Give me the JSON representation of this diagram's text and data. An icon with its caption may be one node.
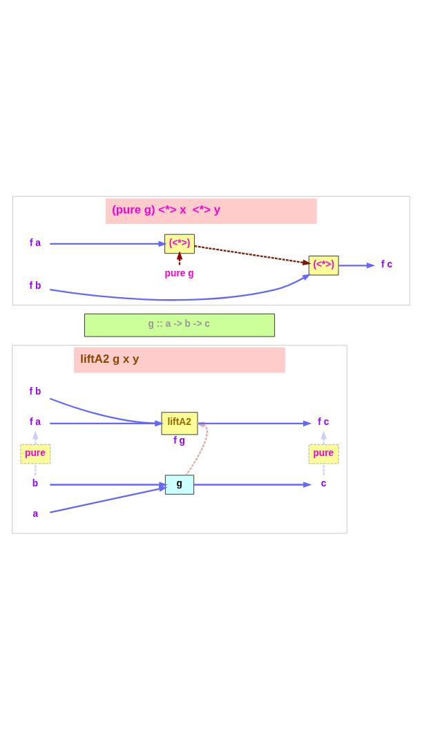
{
  "diagram": {
    "nodes": [
      {
        "text": [
          "liftA2 g x y"
        ]
      },
      {
        "text": [
          "a"
        ],
        "in": 0
      },
      {
        "text": [
          "b"
        ],
        "in": 0
      },
      {
        "text": [
          "g"
        ],
        "in": 0
      },
      {
        "text": [
          "c"
        ],
        "in": 0
      },
      {
        "text": [
          "pure"
        ],
        "in": 0
      },
      {
        "text": [
          "pure"
        ],
        "in": 0
      },
      {
        "text": [
          "f a"
        ],
        "in": 0
      },
      {
        "text": [
          "f b"
        ],
        "in": 0
      },
      {
        "text": [
          "liftA2"
        ],
        "beside": [
          "f g"
        ],
        "in": 0
      },
      {
        "text": [
          "f c"
        ],
        "in": 0
      },
      {
        "text": [
          "g :: a -> b -> c"
        ]
      },
      {
        "text": [
          "(pure g) <*> x  <*> y"
        ]
      },
      {
        "text": [
          "pure g"
        ],
        "in": 12
      },
      {
        "text": [
          "f a"
        ],
        "in": 12
      },
      {
        "text": [
          "(<*>)"
        ],
        "in": 12
      },
      {
        "text": [
          "f b"
        ],
        "in": 12
      },
      {
        "text": [
          "(<*>)"
        ],
        "in": 12
      },
      {
        "text": [
          "f c"
        ],
        "in": 12
      }
    ],
    "edges": [
      {
        "from": 1,
        "to": 3,
        "arrow": "to"
      },
      {
        "from": 2,
        "to": 3,
        "arrow": "to"
      },
      {
        "from": 3,
        "to": 4,
        "arrow": "to"
      },
      {
        "from": 2,
        "to": 5,
        "arrow": "none",
        "style": "dashed",
        "color": "#ccccff"
      },
      {
        "from": 5,
        "to": 7,
        "arrow": "to",
        "style": "dashed",
        "color": "#ccccff"
      },
      {
        "from": 4,
        "to": 6,
        "arrow": "none",
        "style": "dashed",
        "color": "#ccccff"
      },
      {
        "from": 6,
        "to": 10,
        "arrow": "to",
        "style": "dashed",
        "color": "#ccccff"
      },
      {
        "from": 3,
        "to": 9,
        "arrow": "to",
        "style": "dashed",
        "color": "#ddaaaa"
      },
      {
        "from": 7,
        "to": 9,
        "arrow": "to"
      },
      {
        "from": 8,
        "to": 9,
        "arrow": "to"
      },
      {
        "from": 9,
        "to": 10,
        "arrow": "to"
      },
      {
        "from": 13,
        "to": 15,
        "arrow": "to",
        "style": "dashed",
        "color": "#990000"
      },
      {
        "from": 14,
        "to": 15,
        "arrow": "to"
      },
      {
        "from": 15,
        "to": 17,
        "arrow": "to",
        "style": "dashed",
        "color": "#7a1a00"
      },
      {
        "from": 16,
        "to": 17,
        "arrow": "to"
      },
      {
        "from": 17,
        "to": 18,
        "arrow": "to"
      }
    ]
  }
}
